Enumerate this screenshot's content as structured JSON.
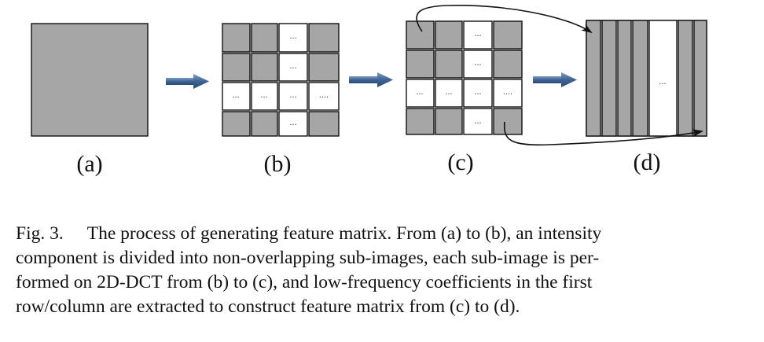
{
  "panels": [
    {
      "label": "(a)"
    },
    {
      "label": "(b)"
    },
    {
      "label": "(c)"
    },
    {
      "label": "(d)"
    }
  ],
  "ellipsis": "...",
  "ellipsis_wide": "....",
  "caption": {
    "figure_number": "Fig. 3.",
    "lines": [
      "The process of generating feature matrix. From (a) to (b), an intensity",
      "component is divided into non-overlapping sub-images, each sub-image is per-",
      "formed on 2D-DCT from (b) to (c), and low-frequency coefficients in the first",
      "row/column are extracted to construct feature matrix from (c) to (d)."
    ]
  },
  "colors": {
    "block_fill": "#a6a6a6",
    "arrow": "#4a6f99",
    "stroke": "#111111"
  }
}
